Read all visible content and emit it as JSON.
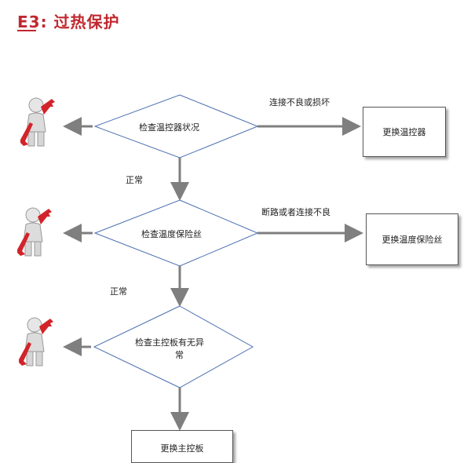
{
  "title": "E3: 过热保护",
  "diamonds": [
    {
      "label": "检查温控器状况"
    },
    {
      "label": "检查温度保险丝"
    },
    {
      "label_line1": "检查主控板有无异",
      "label_line2": "常"
    }
  ],
  "boxes": [
    {
      "label": "更换温控器"
    },
    {
      "label": "更换温度保险丝"
    },
    {
      "label": "更换主控板"
    }
  ],
  "fault_labels": [
    "连接不良或损坏",
    "断路或者连接不良"
  ],
  "ok_labels": [
    "正常",
    "正常"
  ],
  "icons": [
    "repair-worker-wrench-icon",
    "repair-worker-wrench-icon",
    "repair-worker-wrench-icon"
  ],
  "colors": {
    "title": "#c0282f",
    "line": "#4a6fb0",
    "arrow": "#7f7f7f",
    "wrench": "#d3232a"
  }
}
